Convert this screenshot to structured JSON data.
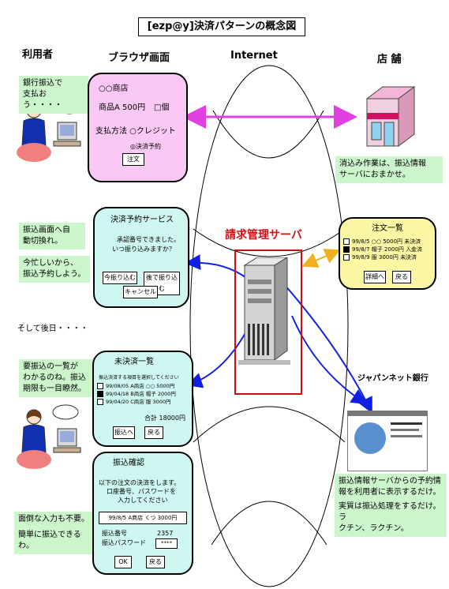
{
  "title": "[ezp@y]決済パターンの概念図",
  "columns": {
    "user": "利用者",
    "browser": "ブラウザ画面",
    "internet": "Internet",
    "store": "店 舗"
  },
  "server_label": "請求管理サーバ",
  "bank_label": "ジャパンネット銀行",
  "notes": {
    "user1": [
      "銀行振込で",
      "支払おう・・・・"
    ],
    "store1": [
      "消込み作業は、振込情報",
      "サーバにおまかせ。"
    ],
    "user2": [
      "振込画面へ自",
      "動切換れ。"
    ],
    "user3": [
      "今忙しいから、",
      "振込予約しよう。"
    ],
    "later": "そして後日・・・・",
    "user4": [
      "要振込の一覧が",
      "わかるのね。振込",
      "期限も一目瞭然。"
    ],
    "user5": "面倒な入力も不要。",
    "user6": "簡単に振込できるわ。",
    "bank1": [
      "振込情報サーバからの予約情",
      "報を利用者に表示するだけ。"
    ],
    "bank2": [
      "実質は振込処理をするだけ。ラ",
      "クチン、ラクチン。"
    ]
  },
  "shop_screen": {
    "name": "○○商店",
    "item": "商品A 500円",
    "qty": "□個",
    "payment": "支払方法 ○クレジット",
    "option": "◎決済予約",
    "button": "注文"
  },
  "reservation_screen": {
    "title": "決済予約サービス",
    "line1": "承認番号できました。",
    "line2": "いつ振り込みますか？",
    "btn_now": "今振り込む",
    "btn_later": "後で振り込む",
    "btn_cancel": "キャンセル"
  },
  "order_list": {
    "title": "注文一覧",
    "rows": [
      {
        "date": "99/8/5 ○○",
        "amount": "5000円",
        "status": "未決済",
        "filled": false
      },
      {
        "date": "99/8/7 帽子",
        "amount": "2000円",
        "status": "入金済",
        "filled": true
      },
      {
        "date": "99/8/9 服",
        "amount": "3000円",
        "status": "未決済",
        "filled": false
      }
    ],
    "btn_enter": "詳細へ",
    "btn_back": "戻る"
  },
  "unpaid_list": {
    "title": "未決済一覧",
    "instruction": "振込決済する項目を選択してください",
    "rows": [
      {
        "date": "99/08/05 A商店",
        "item": "○○",
        "amount": "5000円",
        "filled": false
      },
      {
        "date": "99/04/18 B商店",
        "item": "帽子",
        "amount": "2000円",
        "filled": true
      },
      {
        "date": "99/04/20 C商店",
        "item": "服",
        "amount": "3000円",
        "filled": false
      }
    ],
    "total": "合計 18000円",
    "btn_transfer": "振込へ",
    "btn_back": "戻る"
  },
  "confirm_screen": {
    "title": "振込確認",
    "line1": "以下の注文の決済をします。",
    "line2": "口座番号、パスワードを",
    "line3": "入力してください",
    "order": "99/8/5 A商店 くつ 3000円",
    "acct_label": "振込番号",
    "acct_value": "2357",
    "pw_label": "振込パスワード",
    "pw_value": "****",
    "btn_ok": "OK",
    "btn_back": "戻る"
  },
  "colors": {
    "pink_arrow": "#e040e0",
    "blue_arrow": "#1020e0",
    "orange_arrow": "#f0b020",
    "server_frame": "#d01010"
  }
}
